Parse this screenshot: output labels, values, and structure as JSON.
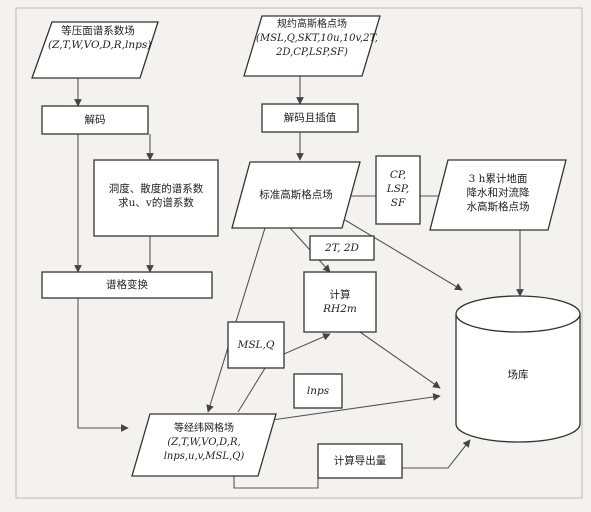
{
  "diagram": {
    "nodes": {
      "pressure_field": {
        "line1": "等压面谱系数场",
        "line2": "(Z,T,W,VO,D,R,lnps)"
      },
      "model_field": {
        "line1": "规约高斯格点场",
        "line2": "(MSL,Q,SKT,10u,10v,2T,",
        "line3": "2D,CP,LSP,SF)"
      },
      "decode": {
        "label": "解码"
      },
      "decode_interp": {
        "label": "解码且插值"
      },
      "humidity_calc": {
        "line1": "洞度、散度的谱系数",
        "line2": "求u、v的谱系数"
      },
      "gauss_grid": {
        "label": "标准高斯格点场"
      },
      "precip_vars": {
        "line1": "CP,",
        "line2": "LSP,",
        "line3": "SF"
      },
      "precip_field": {
        "line1": "3 h累计地面",
        "line2": "降水和对流降",
        "line3": "水高斯格点场"
      },
      "spectral_transform": {
        "label": "谱格变换"
      },
      "t2d_label": {
        "label": "2T, 2D"
      },
      "rh_calc": {
        "line1": "计算",
        "line2": "RH2m"
      },
      "msl_q_label": {
        "label": "MSL,Q"
      },
      "lnps_label": {
        "label": "lnps"
      },
      "database": {
        "label": "场库"
      },
      "latlon_grid": {
        "line1": "等经纬网格场",
        "line2": "(Z,T,W,VO,D,R,",
        "line3": "lnps,u,v,MSL,Q)"
      },
      "derived_calc": {
        "label": "计算导出量"
      }
    },
    "colors": {
      "stroke": "#333333",
      "fill": "#ffffff",
      "background": "#f4f2ee"
    }
  }
}
